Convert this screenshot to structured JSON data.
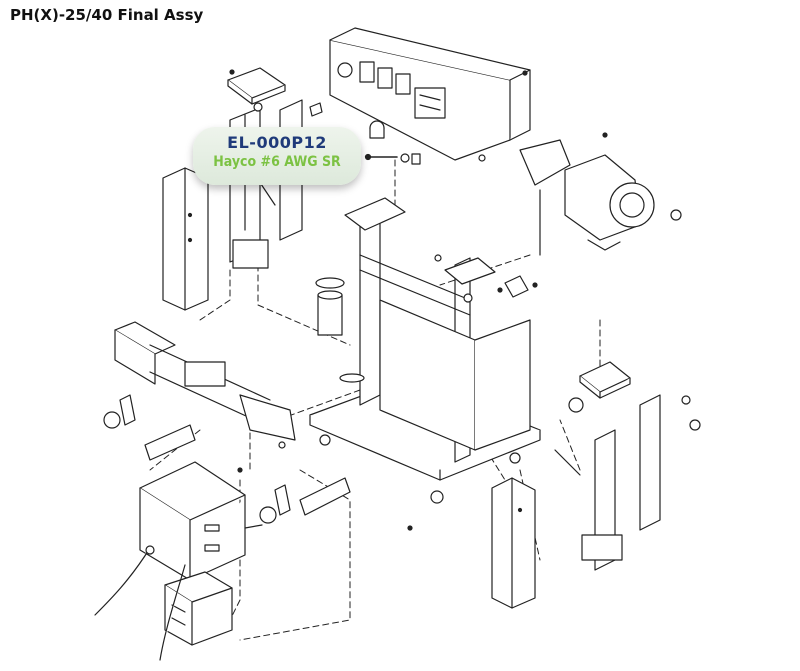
{
  "page": {
    "title": "PH(X)-25/40 Final Assy"
  },
  "callout": {
    "part_number": "EL-000P12",
    "description": "Hayco #6 AWG SR"
  },
  "colors": {
    "callout_part_number": "#1f3a7a",
    "callout_description": "#7cc243",
    "callout_background": "#e4eee2",
    "line_art": "#222222"
  }
}
